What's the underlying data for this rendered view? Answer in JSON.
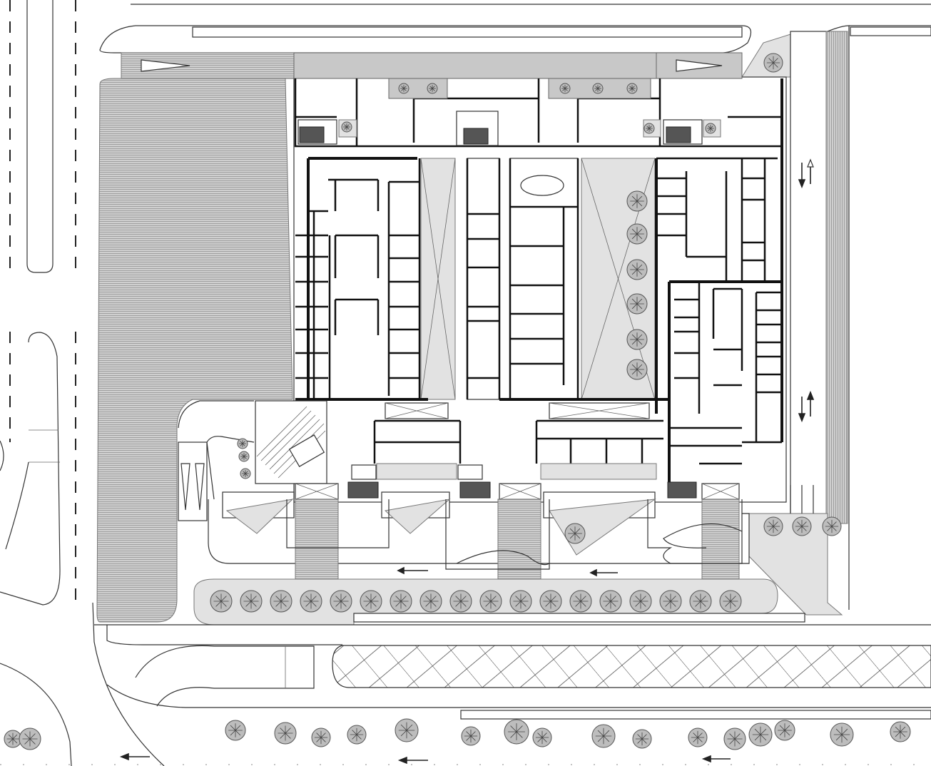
{
  "title": "",
  "palette": {
    "background": "#ffffff",
    "linework": "#222222",
    "paving": "#c8c8c8",
    "light_paving": "#e2e2e2",
    "tree_fill": "#bdbdbd",
    "equipment": "#555555"
  },
  "legend": [],
  "icons": [
    "tree-icon",
    "traffic-arrow-icon",
    "stair-icon",
    "elevator-icon",
    "car-icon"
  ],
  "traffic_arrows": [
    {
      "direction": "left"
    },
    {
      "direction": "left"
    },
    {
      "direction": "left"
    },
    {
      "direction": "left"
    },
    {
      "direction": "left"
    },
    {
      "direction": "up-down"
    },
    {
      "direction": "up-down"
    }
  ]
}
